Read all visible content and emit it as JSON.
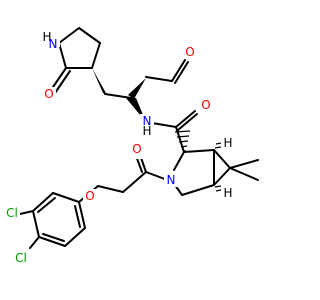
{
  "structure": {
    "atoms": {
      "o_lactam": "O",
      "nh_lactam": "H",
      "n_lactam": "N",
      "o_aldehyde": "O",
      "o_amide": "O",
      "nh_amide": "H",
      "n_amide": "N",
      "o_acyl": "O",
      "n_ring": "N",
      "o_ether": "O",
      "cl_upper": "Cl",
      "cl_lower": "Cl",
      "h_upper": "H",
      "h_lower": "H"
    },
    "colors": {
      "carbon": "#000000",
      "oxygen": "#ff0000",
      "nitrogen": "#0000ff",
      "chlorine": "#00a000",
      "hydrogen": "#000000"
    }
  }
}
